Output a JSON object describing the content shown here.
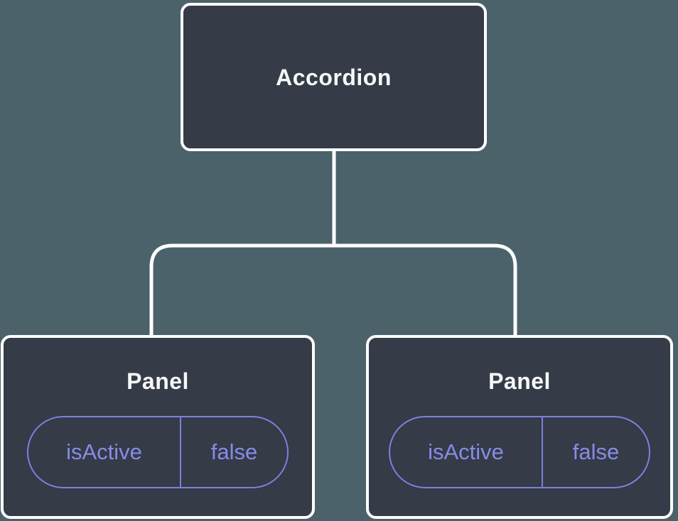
{
  "diagram": {
    "colors": {
      "background": "#4b626b",
      "node_fill": "#353b47",
      "node_border": "#ffffff",
      "connector": "#ffffff",
      "accent": "#7b81de",
      "accent_text": "#878ce6",
      "label_text": "#f6f7f9"
    },
    "root": {
      "label": "Accordion"
    },
    "children": [
      {
        "label": "Panel",
        "state": {
          "key": "isActive",
          "value": "false"
        }
      },
      {
        "label": "Panel",
        "state": {
          "key": "isActive",
          "value": "false"
        }
      }
    ]
  }
}
